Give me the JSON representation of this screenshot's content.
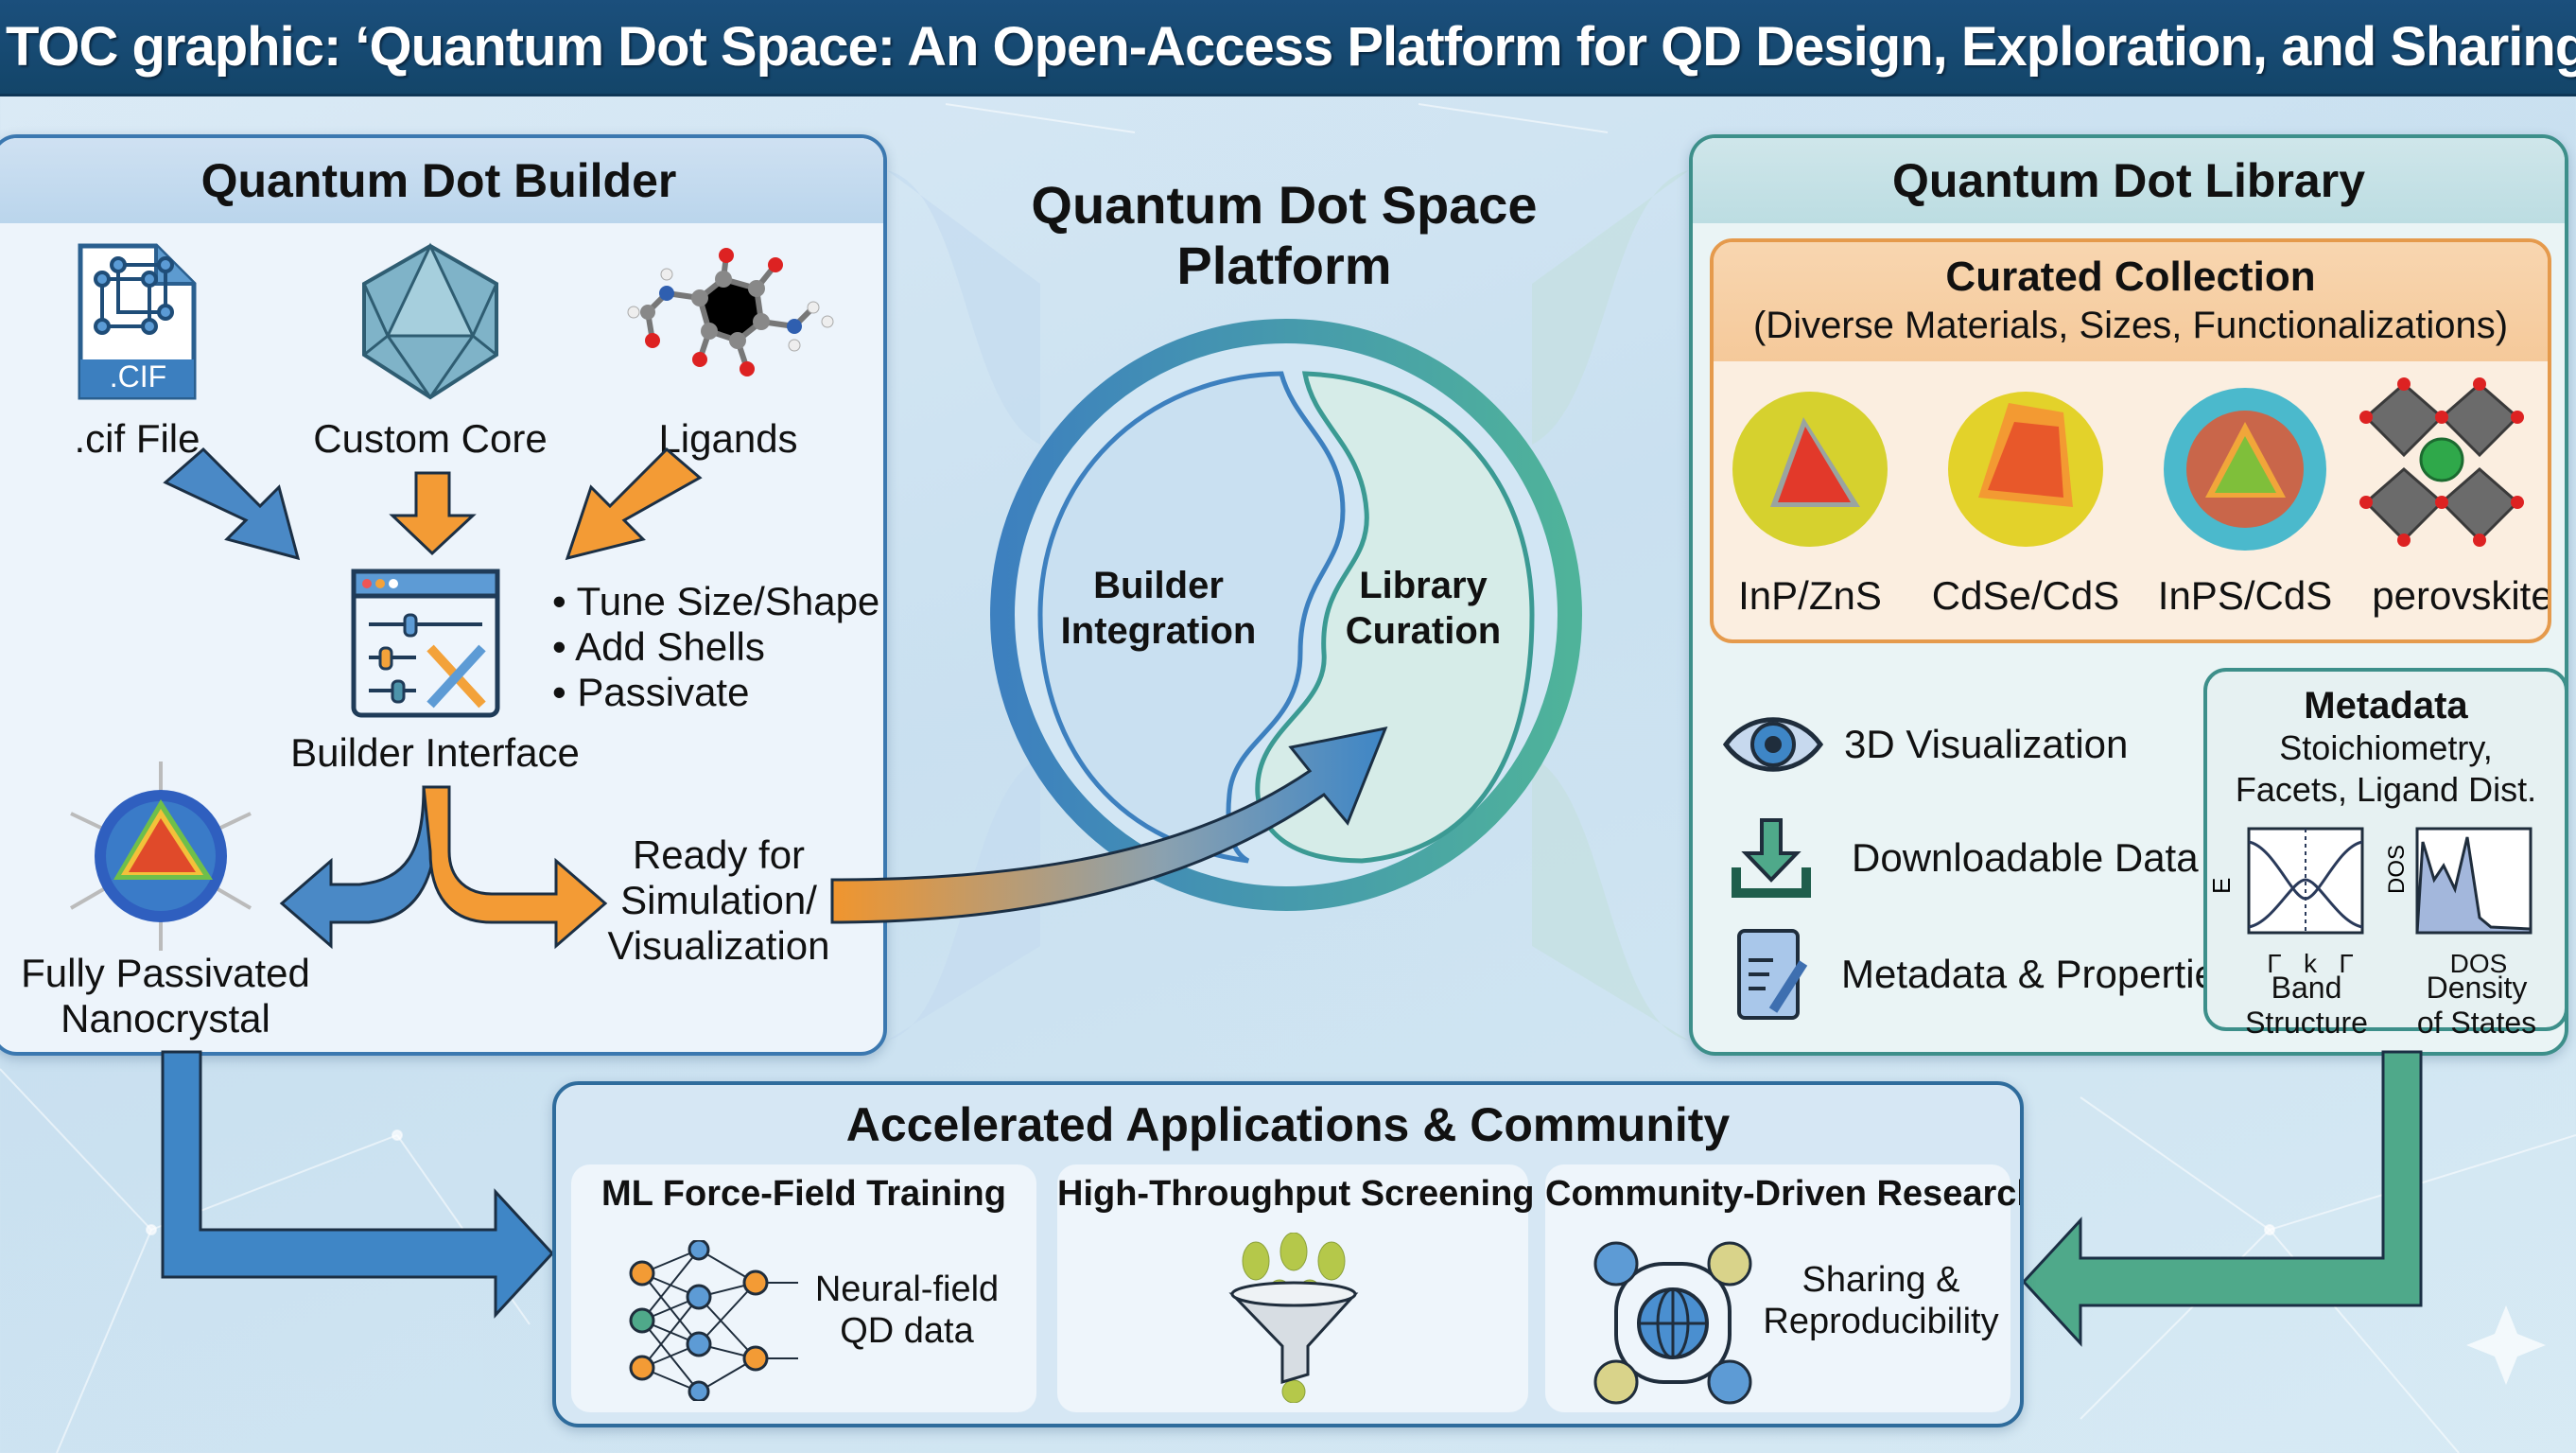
{
  "header": {
    "title": "TOC graphic: ‘Quantum Dot Space: An Open-Access Platform for QD Design, Exploration, and Sharing’"
  },
  "builder": {
    "title": "Quantum Dot Builder",
    "inputs": [
      {
        "label": ".cif File",
        "icon": "cif-file-icon",
        "badge": ".CIF"
      },
      {
        "label": "Custom Core",
        "icon": "icosahedron-icon"
      },
      {
        "label": "Ligands",
        "icon": "ligand-molecule-icon"
      }
    ],
    "interface_label": "Builder Interface",
    "actions": [
      "Tune Size/Shape",
      "Add Shells",
      "Passivate"
    ],
    "output_left": "Fully Passivated Nanocrystal",
    "output_left_lines": [
      "Fully Passivated",
      "Nanocrystal"
    ],
    "output_right_lines": [
      "Ready for",
      "Simulation/",
      "Visualization"
    ]
  },
  "platform": {
    "title_lines": [
      "Quantum Dot Space",
      "Platform"
    ],
    "left_lines": [
      "Builder",
      "Integration"
    ],
    "right_lines": [
      "Library",
      "Curation"
    ]
  },
  "library": {
    "title": "Quantum Dot Library",
    "curated_title": "Curated Collection",
    "curated_subtitle": "(Diverse Materials, Sizes, Functionalizations)",
    "materials": [
      "InP/ZnS",
      "CdSe/CdS",
      "InPS/CdS",
      "perovskite"
    ],
    "features": [
      {
        "label": "3D Visualization",
        "icon": "eye-icon"
      },
      {
        "label": "Downloadable Data",
        "icon": "download-icon"
      },
      {
        "label": "Metadata & Properties",
        "icon": "document-edit-icon"
      }
    ],
    "metadata": {
      "title": "Metadata",
      "sub_lines": [
        "Stoichiometry,",
        "Facets, Ligand Dist."
      ],
      "band": {
        "ylabel": "E",
        "ticks": [
          "Γ",
          "k",
          "Γ"
        ],
        "caption_lines": [
          "Band",
          "Structure"
        ]
      },
      "dos": {
        "ylabel": "DOS",
        "xlabel": "DOS",
        "caption_lines": [
          "Density",
          "of States"
        ]
      }
    }
  },
  "applications": {
    "title": "Accelerated Applications & Community",
    "cards": [
      {
        "title": "ML Force-Field Training",
        "text_lines": [
          "Neural-field",
          "QD data"
        ],
        "icon": "neural-network-icon"
      },
      {
        "title": "High-Throughput Screening",
        "text_lines": [],
        "icon": "funnel-icon"
      },
      {
        "title": "Community-Driven Research",
        "text_lines": [
          "Sharing &",
          "Reproducibility"
        ],
        "icon": "community-globe-icon"
      }
    ]
  },
  "colors": {
    "header": "#134569",
    "builder_accent": "#3b78b0",
    "library_accent": "#3d8f8a",
    "orange": "#f0952e",
    "blue_arrow": "#3f86c6",
    "green_arrow": "#4fa98a"
  }
}
